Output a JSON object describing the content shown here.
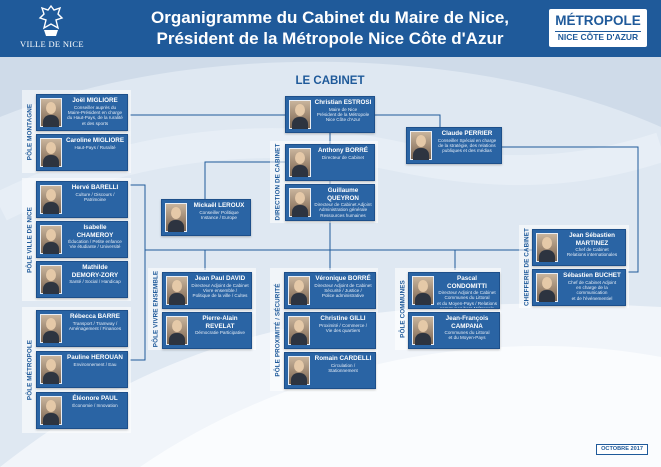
{
  "header": {
    "city_name": "VILLE DE NICE",
    "title_line1": "Organigramme du Cabinet du Maire de Nice,",
    "title_line2": "Président de la Métropole Nice Côte d'Azur",
    "metro_line1": "MÉTROPOLE",
    "metro_line2": "NICE CÔTE D'AZUR",
    "accent_color": "#1f5a9a"
  },
  "section_title": "LE CABINET",
  "group_labels": {
    "montagne": "PÔLE MONTAGNE",
    "ville": "PÔLE VILLE DE NICE",
    "metropole": "PÔLE MÉTROPOLE",
    "direction": "DIRECTION DE CABINET",
    "vivre": "PÔLE VIVRE ENSEMBLE",
    "proximite": "PÔLE PROXIMITÉ / SÉCURITÉ",
    "communes": "PÔLE COMMUNES",
    "chefferie": "CHEFFERIE DE CABINET"
  },
  "people": {
    "estrosi": {
      "name": "Christian ESTROSI",
      "role": "Maire de Nice\nPrésident de la Métropole\nNice Côte d'Azur"
    },
    "migliore_j": {
      "name": "Joël MIGLIORE",
      "role": "Conseiller auprès du\nMaire-Président en charge\ndu Haut-Pays, de la ruralité\net des sports"
    },
    "migliore_c": {
      "name": "Caroline MIGLIORE",
      "role": "Haut-Pays / Ruralité"
    },
    "barelli": {
      "name": "Hervé BARELLI",
      "role": "Culture / Discours /\nPatrimoine"
    },
    "chameroy": {
      "name": "Isabelle CHAMEROY",
      "role": "Éducation / Petite enfance\nVie étudiante / Université"
    },
    "demory": {
      "name": "Mathilde\nDEMORY-ZORY",
      "role": "Santé / Social / Handicap"
    },
    "barre": {
      "name": "Rébecca BARRE",
      "role": "Transport / Tramway /\nAménagement / Finances"
    },
    "herouan": {
      "name": "Pauline HEROUAN",
      "role": "Environnement / Eau"
    },
    "paul": {
      "name": "Éléonore PAUL",
      "role": "Économie / Innovation"
    },
    "borre_a": {
      "name": "Anthony BORRÉ",
      "role": "Directeur de Cabinet"
    },
    "queyron": {
      "name": "Guillaume QUEYRON",
      "role": "Directeur de Cabinet Adjoint\nAdministration générale\nRessources humaines"
    },
    "leroux": {
      "name": "Mickaël LEROUX",
      "role": "Conseiller Politique\nInstance / Europe"
    },
    "perrier": {
      "name": "Claude PERRIER",
      "role": "Conseiller Spécial en charge\nde la stratégie, des relations\npubliques et des médias"
    },
    "martinez": {
      "name": "Jean Sébastien\nMARTINEZ",
      "role": "Chef de Cabinet\nRelations internationales"
    },
    "buchet": {
      "name": "Sébastien BUCHET",
      "role": "Chef de Cabinet Adjoint\nen charge de la communication\net de l'événementiel"
    },
    "david": {
      "name": "Jean Paul DAVID",
      "role": "Directeur Adjoint de Cabinet\nVivre ensemble /\nPolitique de la ville / Cultes"
    },
    "revelat": {
      "name": "Pierre-Alain REVELAT",
      "role": "Démocratie Participative"
    },
    "borre_v": {
      "name": "Véronique BORRÉ",
      "role": "Directeur Adjoint de Cabinet\nSécurité / Justice /\nPolice administrative"
    },
    "gilli": {
      "name": "Christine GILLI",
      "role": "Proximité / Commerce /\nVie des quartiers"
    },
    "cardelli": {
      "name": "Romain CARDELLI",
      "role": "Circulation /\nStationnement"
    },
    "condomitti": {
      "name": "Pascal CONDOMITTI",
      "role": "Directeur Adjoint de Cabinet\nCommunes du Littoral\net du Moyen-Pays / Relations\ncommunes hors Métropole"
    },
    "campana": {
      "name": "Jean-François\nCAMPANA",
      "role": "Communes du Littoral\net du Moyen-Pays"
    }
  },
  "footer": {
    "date": "OCTOBRE 2017"
  }
}
